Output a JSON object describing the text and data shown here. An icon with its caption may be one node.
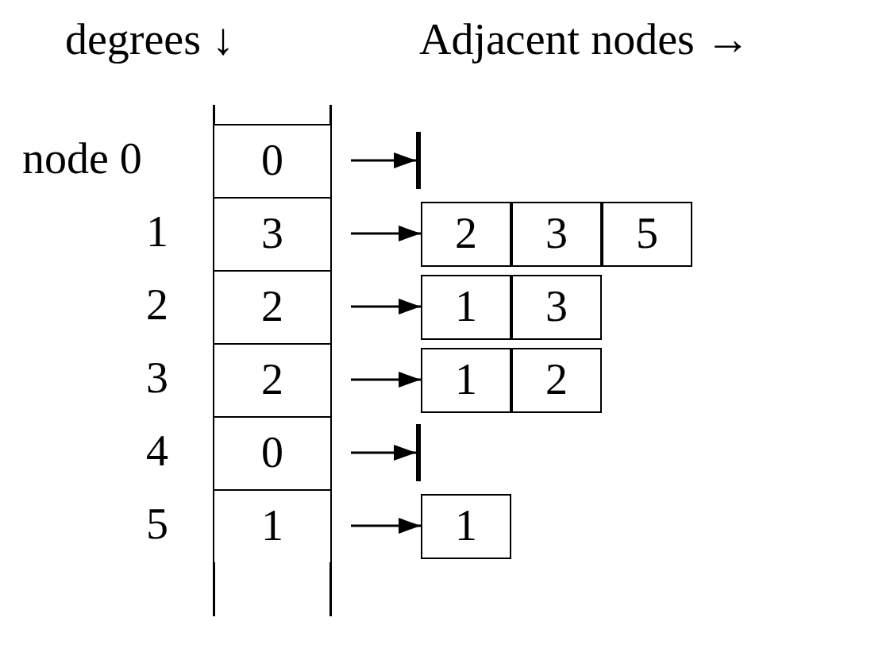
{
  "diagram": {
    "nodes": [
      {
        "text": [
          "0"
        ]
      },
      {
        "text": [
          "3"
        ]
      },
      {
        "text": [
          "2"
        ]
      },
      {
        "text": [
          "2"
        ]
      },
      {
        "text": [
          "0"
        ]
      },
      {
        "text": [
          "1"
        ]
      },
      {
        "text": [],
        "shape": "bar"
      },
      {
        "text": [
          "2"
        ]
      },
      {
        "text": [
          "3"
        ]
      },
      {
        "text": [
          "5"
        ]
      },
      {
        "text": [
          "1"
        ]
      },
      {
        "text": [
          "3"
        ]
      },
      {
        "text": [
          "1"
        ]
      },
      {
        "text": [
          "2"
        ]
      },
      {
        "text": [],
        "shape": "bar"
      },
      {
        "text": [
          "1"
        ]
      }
    ],
    "edges": [
      {
        "from": 0,
        "to": 6,
        "arrow": "to"
      },
      {
        "from": 1,
        "to": 7,
        "arrow": "to"
      },
      {
        "from": 2,
        "to": 10,
        "arrow": "to"
      },
      {
        "from": 3,
        "to": 12,
        "arrow": "to"
      },
      {
        "from": 4,
        "to": 14,
        "arrow": "to"
      },
      {
        "from": 5,
        "to": 15,
        "arrow": "to"
      }
    ],
    "labels": [
      "degrees ↓",
      "Adjacent nodes →",
      "node 0",
      "1",
      "2",
      "3",
      "4",
      "5"
    ]
  }
}
